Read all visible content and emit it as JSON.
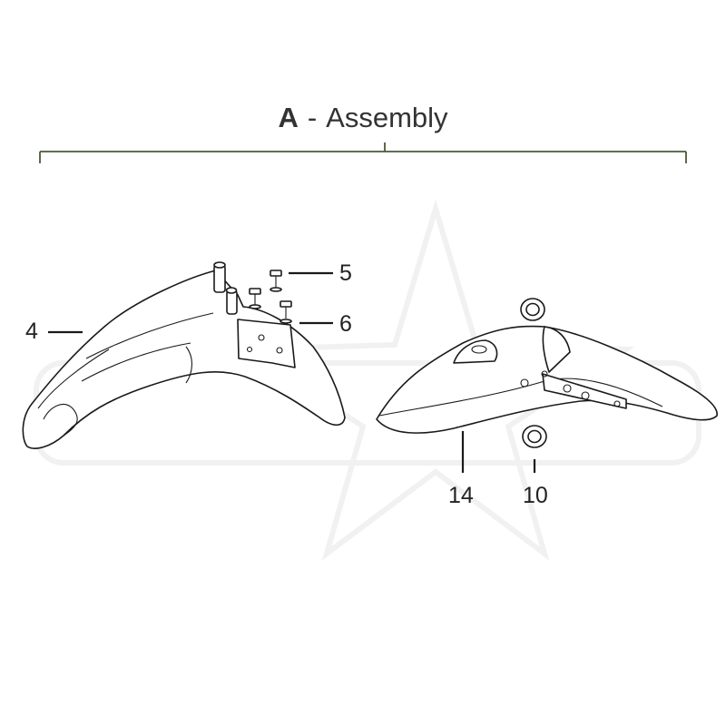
{
  "assembly": {
    "letter": "A",
    "separator": "-",
    "name": "Assembly",
    "bracket_color": "#4a5a3a"
  },
  "callouts": {
    "front_fender": "4",
    "screw": "5",
    "washer": "6",
    "rear_fender": "14",
    "grommet": "10"
  }
}
